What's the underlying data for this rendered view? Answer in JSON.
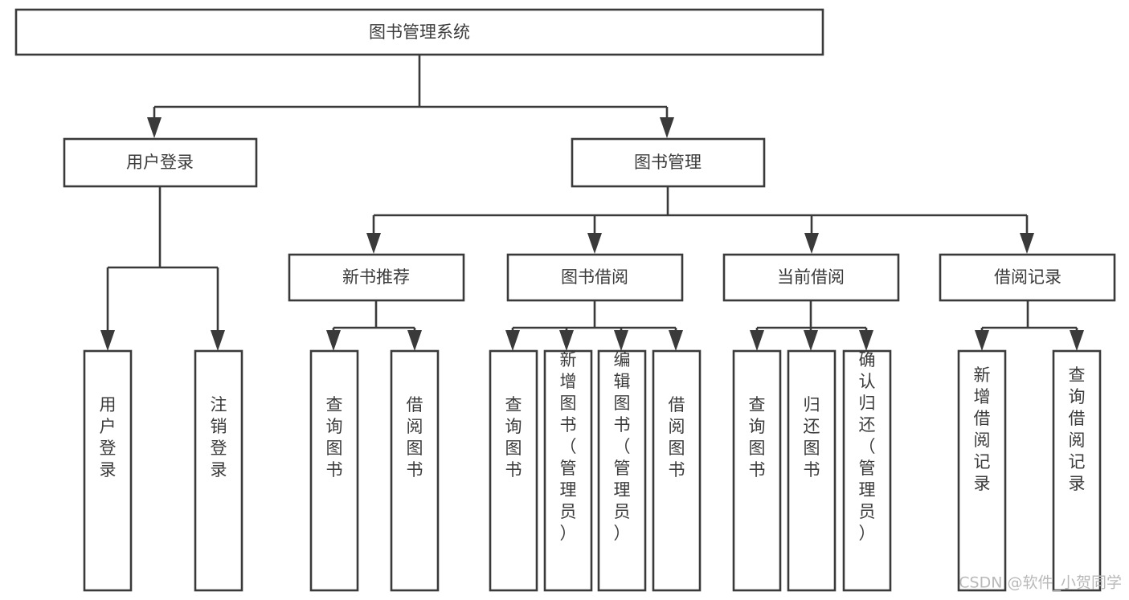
{
  "diagram": {
    "title": "图书管理系统",
    "type": "tree-hierarchy-chart",
    "accent_color": "#3a3a3a",
    "text_color": "#3b3b3b",
    "background_color": "#ffffff",
    "root": {
      "label": "图书管理系统",
      "orientation": "horizontal"
    },
    "level2": [
      {
        "label": "用户登录",
        "orientation": "horizontal"
      },
      {
        "label": "图书管理",
        "orientation": "horizontal"
      }
    ],
    "level3": [
      {
        "label": "新书推荐",
        "orientation": "horizontal"
      },
      {
        "label": "图书借阅",
        "orientation": "horizontal"
      },
      {
        "label": "当前借阅",
        "orientation": "horizontal"
      },
      {
        "label": "借阅记录",
        "orientation": "horizontal"
      }
    ],
    "leaves": {
      "user_login": [
        {
          "label": "用户登录",
          "orientation": "vertical"
        },
        {
          "label": "注销登录",
          "orientation": "vertical"
        }
      ],
      "new_book_recommend": [
        {
          "label": "查询图书",
          "orientation": "vertical"
        },
        {
          "label": "借阅图书",
          "orientation": "vertical"
        }
      ],
      "book_borrow": [
        {
          "label": "查询图书",
          "orientation": "vertical"
        },
        {
          "label": "新增图书（管理员）",
          "orientation": "vertical"
        },
        {
          "label": "编辑图书（管理员）",
          "orientation": "vertical"
        },
        {
          "label": "借阅图书",
          "orientation": "vertical"
        }
      ],
      "current_borrow": [
        {
          "label": "查询图书",
          "orientation": "vertical"
        },
        {
          "label": "归还图书",
          "orientation": "vertical"
        },
        {
          "label": "确认归还（管理员）",
          "orientation": "vertical"
        }
      ],
      "borrow_record": [
        {
          "label": "新增借阅记录",
          "orientation": "vertical"
        },
        {
          "label": "查询借阅记录",
          "orientation": "vertical"
        }
      ]
    },
    "watermark": "CSDN @软件_小贺同学"
  }
}
